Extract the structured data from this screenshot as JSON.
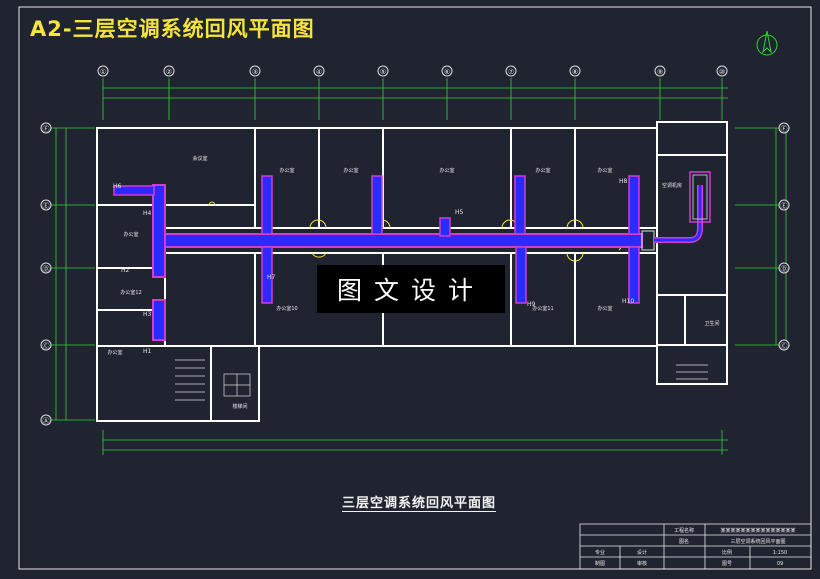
{
  "title": "A2-三层空调系统回风平面图",
  "watermark": "图文设计",
  "caption": "三层空调系统回风平面图",
  "axis_top": [
    "①",
    "②",
    "③",
    "④",
    "⑤",
    "⑥",
    "⑦",
    "⑧",
    "⑨",
    "⑩"
  ],
  "axis_side": [
    "Ⓕ",
    "Ⓔ",
    "Ⓓ",
    "Ⓒ",
    "Ⓐ"
  ],
  "axis_right": [
    "Ⓕ",
    "Ⓔ",
    "Ⓓ",
    "Ⓒ"
  ],
  "rooms": {
    "meeting": "会议室",
    "office_a": "办公室",
    "office_b": "办公室",
    "office_c": "办公室",
    "office_d": "办公室",
    "office_e": "办公室",
    "office_f": "办公室",
    "office_g": "办公室",
    "office_h": "办公室",
    "office_10": "办公室10",
    "office_11": "办公室11",
    "office_12": "办公室12",
    "stair": "楼梯间",
    "shaft": "空调机房",
    "toilet": "卫生间"
  },
  "tags": [
    "H6",
    "H4",
    "H5",
    "H8",
    "H9",
    "H1",
    "H7",
    "H3",
    "H10",
    "H2"
  ],
  "title_block": {
    "row1_label": "工程名称",
    "row1_value": "某某某某某某某某某某某某某某某",
    "row2_label": "图名",
    "row2_value": "三层空调系统回风平面图",
    "row3_cells": [
      "专业",
      "设计",
      "比例",
      "1:150"
    ],
    "row4_cells": [
      "制图",
      "审核",
      "图号",
      "09"
    ]
  },
  "colors": {
    "background": "#1f2430",
    "wall": "#ffffff",
    "duct_blue": "#2a2cff",
    "duct_magenta": "#d23cd2",
    "dim_green": "#2fd42f",
    "title_yellow": "#f5e43a"
  }
}
